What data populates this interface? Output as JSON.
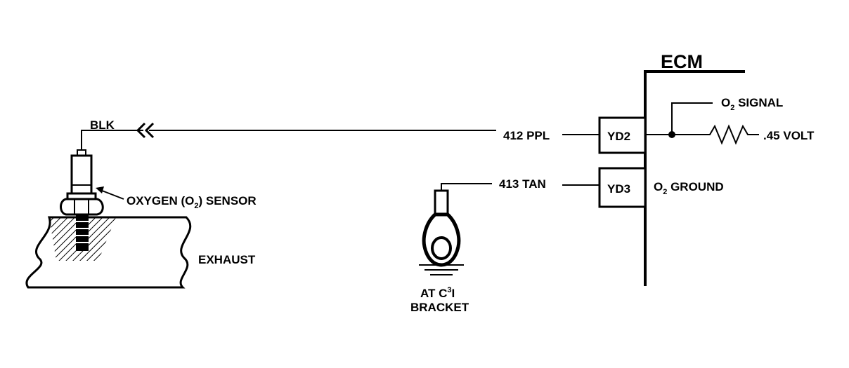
{
  "ecm": {
    "title": "ECM",
    "terminal_yd2": "YD2",
    "terminal_yd3": "YD3",
    "o2_signal": {
      "prefix": "O",
      "sub": "2",
      "suffix": " SIGNAL"
    },
    "o2_ground": {
      "prefix": "O",
      "sub": "2",
      "suffix": " GROUND"
    },
    "voltage": ".45 VOLT"
  },
  "wires": {
    "signal": "412 PPL",
    "ground": "413 TAN",
    "sensor_lead": "BLK"
  },
  "sensor": {
    "label_prefix": "OXYGEN (O",
    "label_sub": "2",
    "label_suffix": ") SENSOR",
    "exhaust": "EXHAUST"
  },
  "ground_point": {
    "line1_prefix": "AT C",
    "line1_sup": "3",
    "line1_suffix": "I",
    "line2": "BRACKET"
  }
}
